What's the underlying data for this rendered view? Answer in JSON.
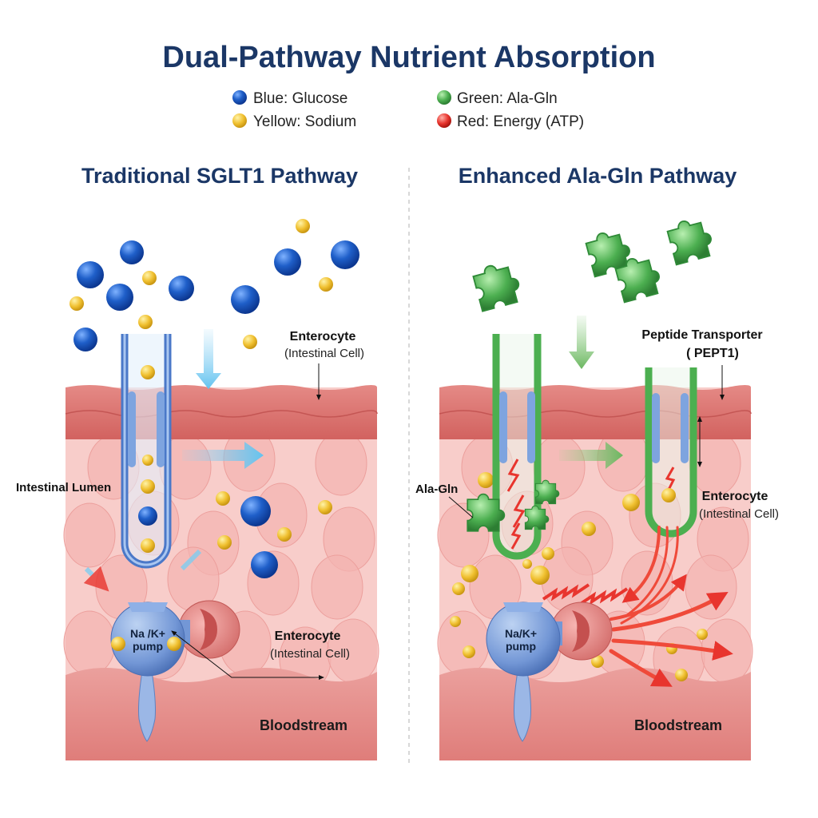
{
  "title": "Dual-Pathway Nutrient Absorption",
  "legend": [
    {
      "label": "Blue: Glucose",
      "color": "#1f5fc9"
    },
    {
      "label": "Yellow: Sodium",
      "color": "#f0c030"
    },
    {
      "label": "Green: Ala-Gln",
      "color": "#4caf50"
    },
    {
      "label": "Red: Energy (ATP)",
      "color": "#e8352e"
    }
  ],
  "left": {
    "heading": "Traditional SGLT1 Pathway",
    "enterocyte_top": "Enterocyte",
    "enterocyte_top_sub": "(Intestinal Cell)",
    "lumen": "Intestinal Lumen",
    "pump_line1": "Na /K+",
    "pump_line2": "pump",
    "enterocyte_bottom": "Enterocyte",
    "enterocyte_bottom_sub": "(Intestinal Cell)",
    "bloodstream": "Bloodstream"
  },
  "right": {
    "heading": "Enhanced Ala-Gln Pathway",
    "pept1": "Peptide Transporter",
    "pept1_sub": "( PEPT1)",
    "alagln": "Ala-Gln",
    "enterocyte": "Enterocyte",
    "enterocyte_sub": "(Intestinal Cell)",
    "pump_line1": "Na/K+",
    "pump_line2": "pump",
    "bloodstream": "Bloodstream"
  },
  "colors": {
    "title": "#1b3766",
    "membrane": "#d9706d",
    "cytoplasm": "#f8cdca",
    "blood": "#e38684"
  }
}
